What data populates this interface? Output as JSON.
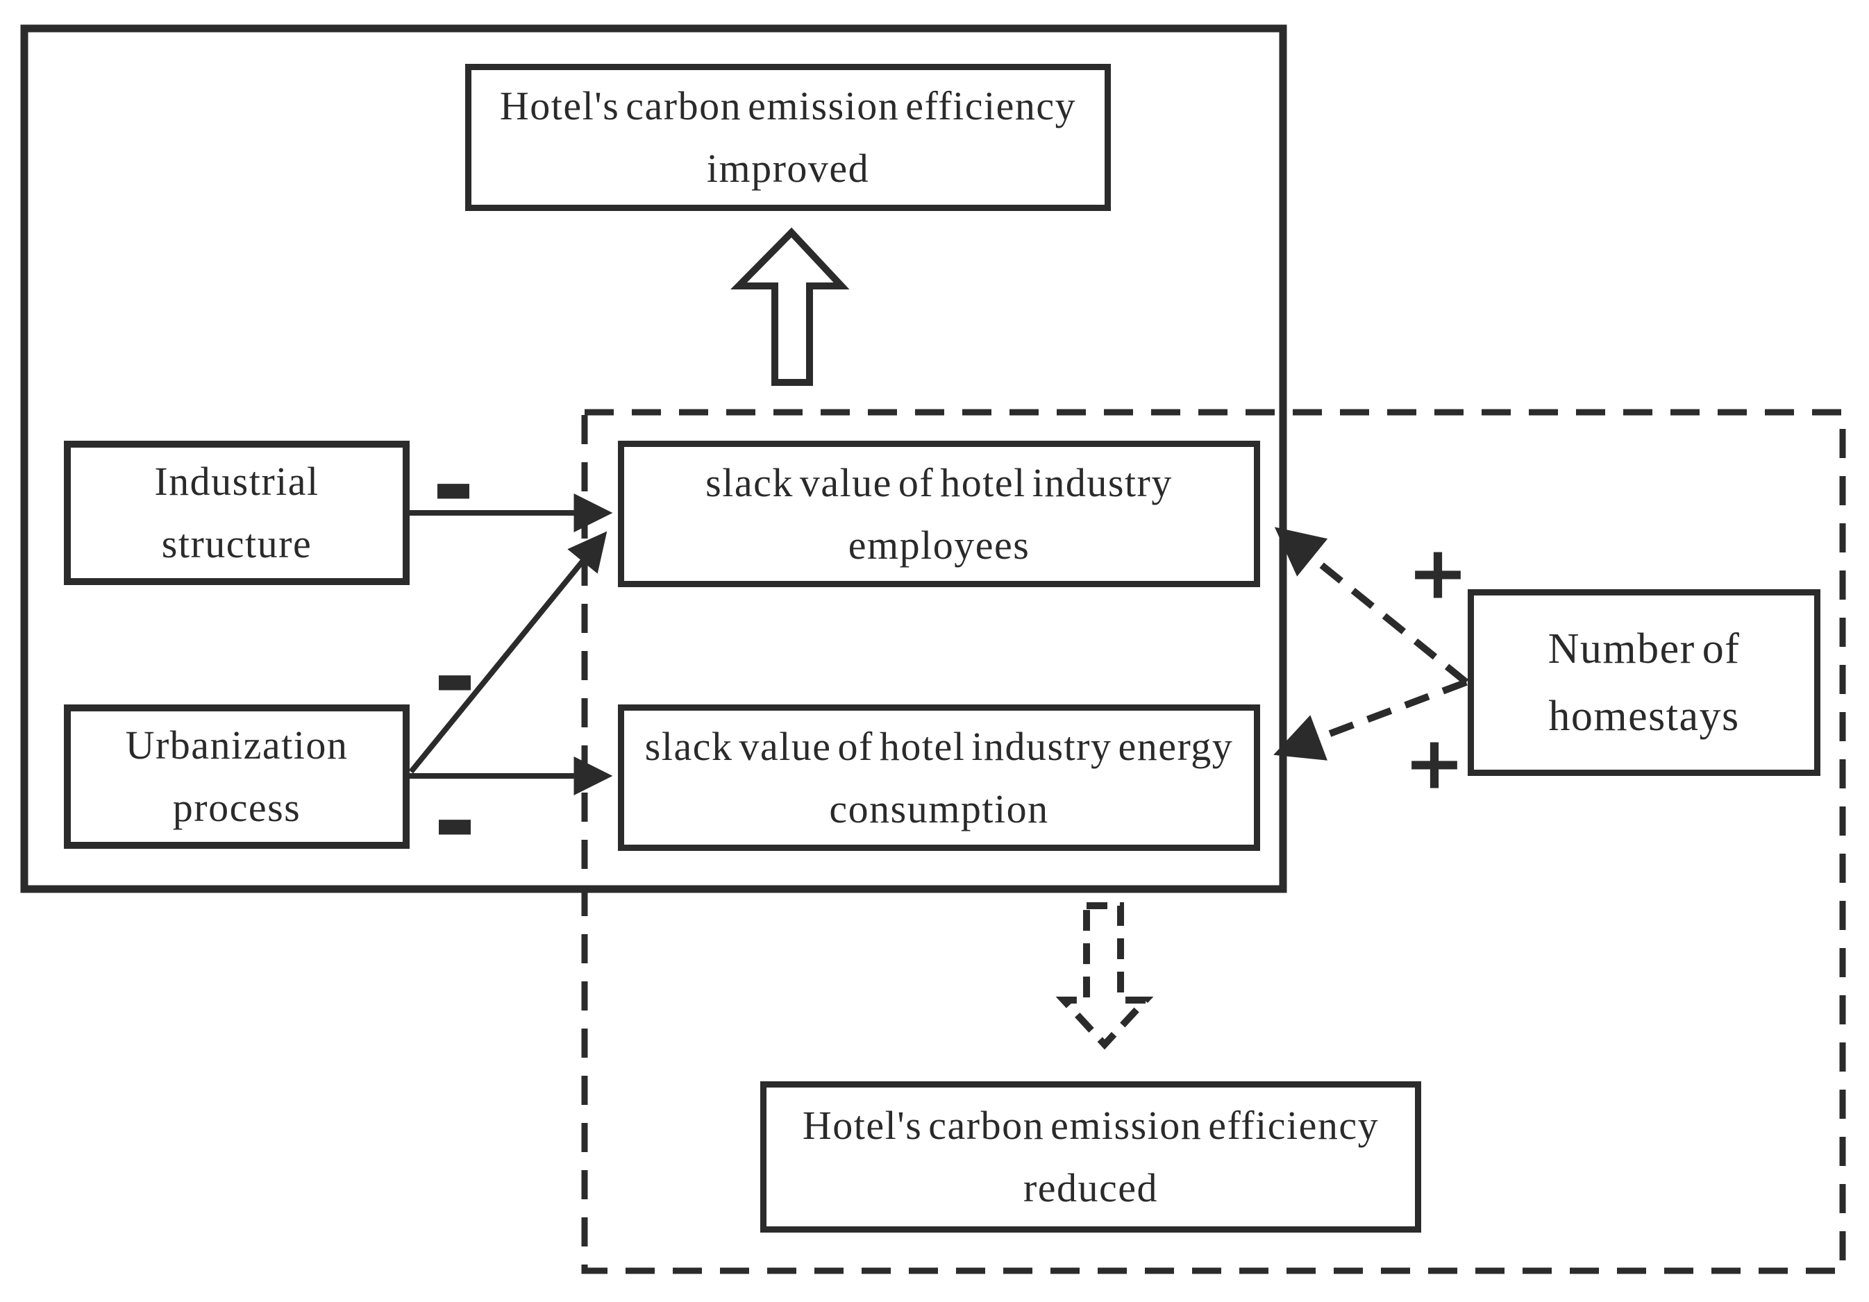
{
  "colors": {
    "background": "#ffffff",
    "stroke": "#2b2b2b",
    "text": "#2a2a2a"
  },
  "nodes": {
    "improved": {
      "label": "Hotel's carbon emission efficiency improved"
    },
    "industrial": {
      "label": "Industrial structure"
    },
    "urbanization": {
      "label": "Urbanization process"
    },
    "employees": {
      "label": "slack value of hotel industry employees"
    },
    "energy": {
      "label": "slack value of hotel industry energy consumption"
    },
    "homestays": {
      "label": "Number of homestays"
    },
    "reduced": {
      "label": "Hotel's carbon emission efficiency reduced"
    }
  },
  "edges": {
    "industrial_to_employees": {
      "symbol": "-",
      "style": "solid-arrow"
    },
    "urbanization_to_employees": {
      "symbol": "-",
      "style": "solid-arrow"
    },
    "urbanization_to_energy": {
      "symbol": "-",
      "style": "solid-arrow"
    },
    "homestays_to_employees": {
      "symbol": "+",
      "style": "dashed-arrow"
    },
    "homestays_to_energy": {
      "symbol": "+",
      "style": "dashed-arrow"
    },
    "slacks_to_improved": {
      "style": "hollow-solid-up-arrow"
    },
    "slacks_to_reduced": {
      "style": "hollow-dashed-down-arrow"
    }
  }
}
